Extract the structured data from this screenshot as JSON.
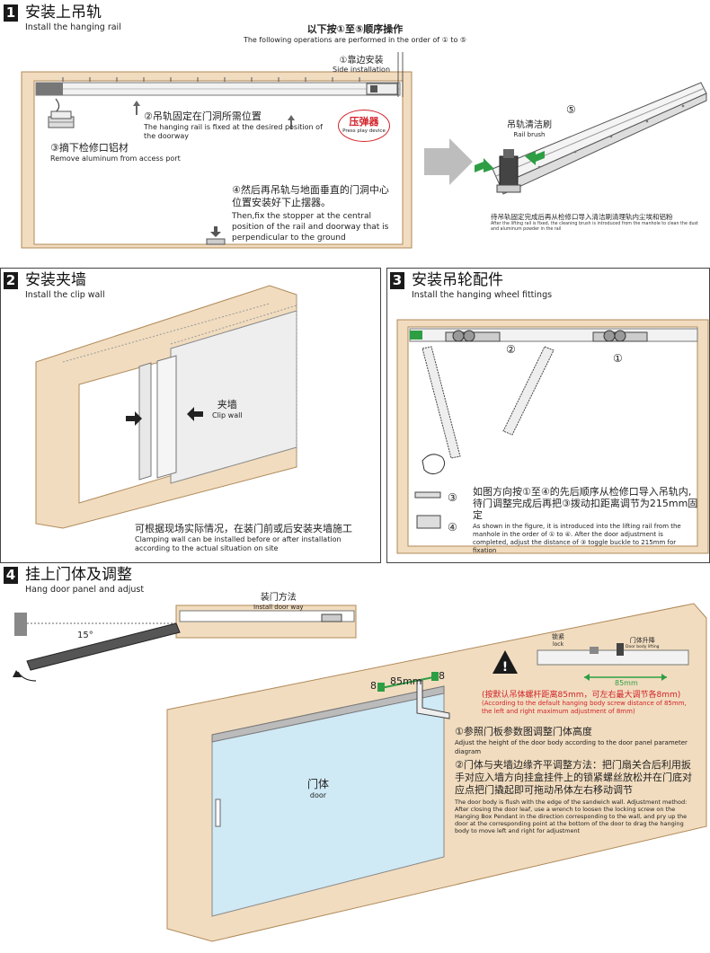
{
  "sections": {
    "s1": {
      "num": "1",
      "title": "安装上吊轨",
      "subtitle": "Install the hanging rail",
      "order_cn": "以下按①至⑤顺序操作",
      "order_en": "The following operations are performed in the order of ① to ⑤",
      "step1_cn": "①靠边安装",
      "step1_en": "Side installation",
      "step2_cn": "②吊轨固定在门洞所需位置",
      "step2_en": "The hanging rail is fixed at the desired position of the doorway",
      "step3_cn": "③摘下检修口铝材",
      "step3_en": "Remove aluminum from access port",
      "step4_cn": "④然后再吊轨与地面垂直的门洞中心位置安装好下止摆器。",
      "step4_en": "Then,fix the stopper at the central position of the rail and doorway that is perpendicular to the ground",
      "press_cn": "压弹器",
      "press_en": "Press play device",
      "step5_num": "⑤",
      "brush_cn": "吊轨清洁刷",
      "brush_en": "Rail brush",
      "clean_cn": "待吊轨固定完成后再从检修口导入清洁刷清理轨内尘埃和铝粉",
      "clean_en": "After the lifting rail is fixed, the cleaning brush is introduced from the manhole to clean the dust and aluminum powder in the rail"
    },
    "s2": {
      "num": "2",
      "title": "安装夹墙",
      "subtitle": "Install the clip wall",
      "clip_cn": "夹墙",
      "clip_en": "Clip wall",
      "note_cn": "可根据现场实际情况，在装门前或后安装夹墙施工",
      "note_en": "Clamping wall can be installed before or after installation according to the actual situation on site"
    },
    "s3": {
      "num": "3",
      "title": "安装吊轮配件",
      "subtitle": "Install the hanging wheel fittings",
      "n1": "①",
      "n2": "②",
      "n3": "③",
      "n4": "④",
      "desc_cn": "如图方向按①至④的先后顺序从检修口导入吊轨内,待门调整完成后再把③拨动扣距离调节为215mm固定",
      "desc_en": "As shown in the figure, it is introduced into the lifting rail from the manhole in the order of ① to ④. After the door adjustment is completed, adjust the distance of ③ toggle buckle to 215mm for fixation"
    },
    "s4": {
      "num": "4",
      "title": "挂上门体及调整",
      "subtitle": "Hang door panel and adjust",
      "way_cn": "装门方法",
      "way_en": "Install door way",
      "angle": "15°",
      "dim_left": "8",
      "dim_mid": "85mm",
      "dim_right": "8",
      "lock_cn": "锁紧",
      "lock_en": "lock",
      "lift_cn": "门体升降",
      "lift_en": "Door body lifting",
      "dim_top": "85mm",
      "default_cn": "(按默认吊体螺杆距离85mm，可左右最大调节各8mm)",
      "default_en": "(According to the default hanging body screw distance of 85mm, the left and right maximum adjustment of 8mm)",
      "adj1_cn": "①参照门板参数图调整门体高度",
      "adj1_en": "Adjust the height of the door body according to the door panel parameter diagram",
      "adj2_cn": "②门体与夹墙边缘齐平调整方法：把门扇关合后利用扳手对应入墙方向挂盒挂件上的锁紧螺丝放松并在门底对应点把门撬起即可拖动吊体左右移动调节",
      "adj2_en": "The door body is flush with the edge of the sandwich wall. Adjustment method: After closing the door leaf, use a wrench to loosen the locking screw on the Hanging Box Pendant in the direction corresponding to the wall, and pry up the door at the corresponding point at the bottom of the door to drag the hanging body to move left and right for adjustment",
      "door_cn": "门体",
      "door_en": "door"
    }
  },
  "colors": {
    "wood": "#f1dcbf",
    "wood_stroke": "#b08a5a",
    "glass": "#cfe9f5",
    "red": "#d2232a",
    "green": "#2e9e44",
    "gray_arrow": "#bdbdbd",
    "warning": "#1a1a1a"
  }
}
